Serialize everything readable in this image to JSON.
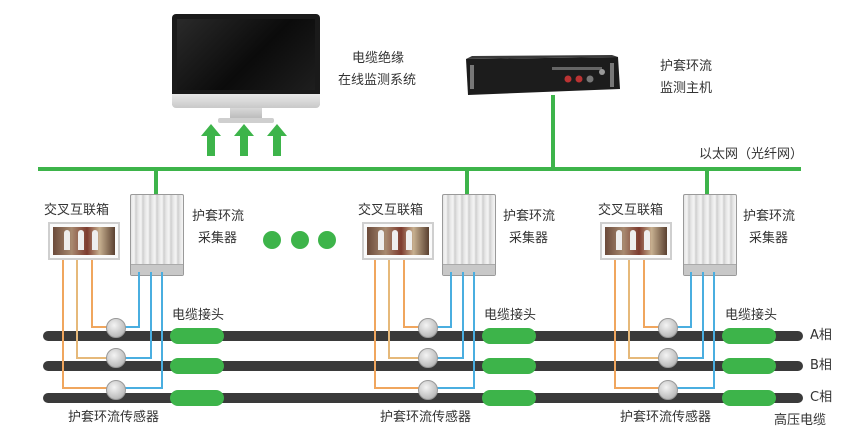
{
  "diagram": {
    "system": {
      "label_line1": "电缆绝缘",
      "label_line2": "在线监测系统",
      "icon": "monitor-icon"
    },
    "host": {
      "label_line1": "护套环流",
      "label_line2": "监测主机",
      "icon": "rack-server-icon"
    },
    "network": {
      "label": "以太网（光纤网）",
      "color": "#3db44a"
    },
    "ellipsis_dots": 3,
    "stations": [
      {
        "crossbox_label": "交叉互联箱",
        "collector_label_line1": "护套环流",
        "collector_label_line2": "采集器",
        "joint_label": "电缆接头",
        "sensor_label": "护套环流传感器"
      },
      {
        "crossbox_label": "交叉互联箱",
        "collector_label_line1": "护套环流",
        "collector_label_line2": "采集器",
        "joint_label": "电缆接头",
        "sensor_label": "护套环流传感器"
      },
      {
        "crossbox_label": "交叉互联箱",
        "collector_label_line1": "护套环流",
        "collector_label_line2": "采集器",
        "joint_label": "电缆接头",
        "sensor_label": "护套环流传感器"
      }
    ],
    "phases": [
      "A相",
      "B相",
      "C相"
    ],
    "cable_label": "高压电缆",
    "colors": {
      "cable": "#3a3a3a",
      "joint": "#3db44a",
      "crossbox_wire": "#f0a65e",
      "collector_wire": "#4aaee0"
    }
  }
}
